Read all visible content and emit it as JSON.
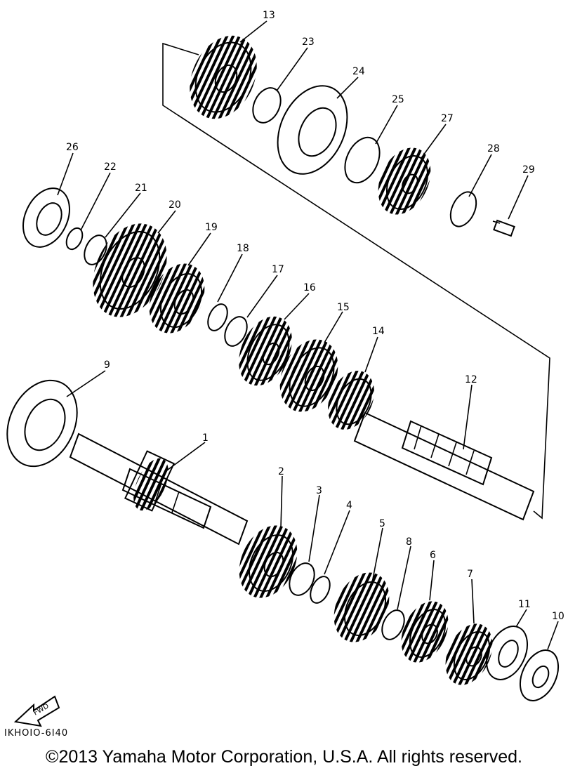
{
  "diagram": {
    "callouts": [
      "1",
      "2",
      "3",
      "4",
      "5",
      "6",
      "7",
      "8",
      "9",
      "10",
      "11",
      "12",
      "13",
      "14",
      "15",
      "16",
      "17",
      "18",
      "19",
      "20",
      "21",
      "22",
      "23",
      "24",
      "25",
      "26",
      "27",
      "28",
      "29"
    ],
    "fwd_label": "FWD",
    "reference_code": "IKHOIO-6I40"
  },
  "footer": {
    "copyright": "©2013 Yamaha Motor Corporation, U.S.A. All rights reserved."
  }
}
